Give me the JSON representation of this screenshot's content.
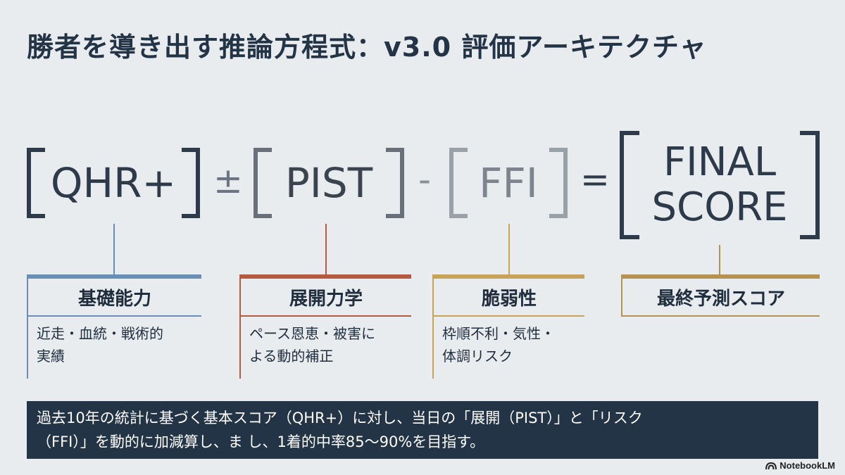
{
  "title": "勝者を導き出す推論方程式：v3.0 評価アーキテクチャ",
  "equation": {
    "terms": [
      {
        "text": "QHR+",
        "color": "#2d3a4a"
      },
      {
        "text": "PIST",
        "color": "#666e78"
      },
      {
        "text": "FFI",
        "color": "#8a9098"
      },
      {
        "line1": "FINAL",
        "line2": "SCORE",
        "color": "#2d3a4a"
      }
    ],
    "operators": [
      "±",
      "-",
      "="
    ]
  },
  "cards": [
    {
      "heading": "基礎能力",
      "line1": "近走・血統・戦術的",
      "line2": "実績",
      "accent": "#6a8fb5"
    },
    {
      "heading": "展開力学",
      "line1": "ペース恩恵・被害に",
      "line2": "よる動的補正",
      "accent": "#b45a40"
    },
    {
      "heading": "脆弱性",
      "line1": "枠順不利・気性・",
      "line2": "体調リスク",
      "accent": "#c9a25a"
    },
    {
      "heading": "最終予測スコア",
      "accent": "#b39252"
    }
  ],
  "footer": {
    "line1": "過去10年の統計に基づく基本スコア（QHR+）に対し、当日の「展開（PIST）」と「リスク",
    "line2": "（FFI）」を動的に加減算し、ま し、1着的中率85〜90%を目指す。"
  },
  "brand": "NotebookLM"
}
